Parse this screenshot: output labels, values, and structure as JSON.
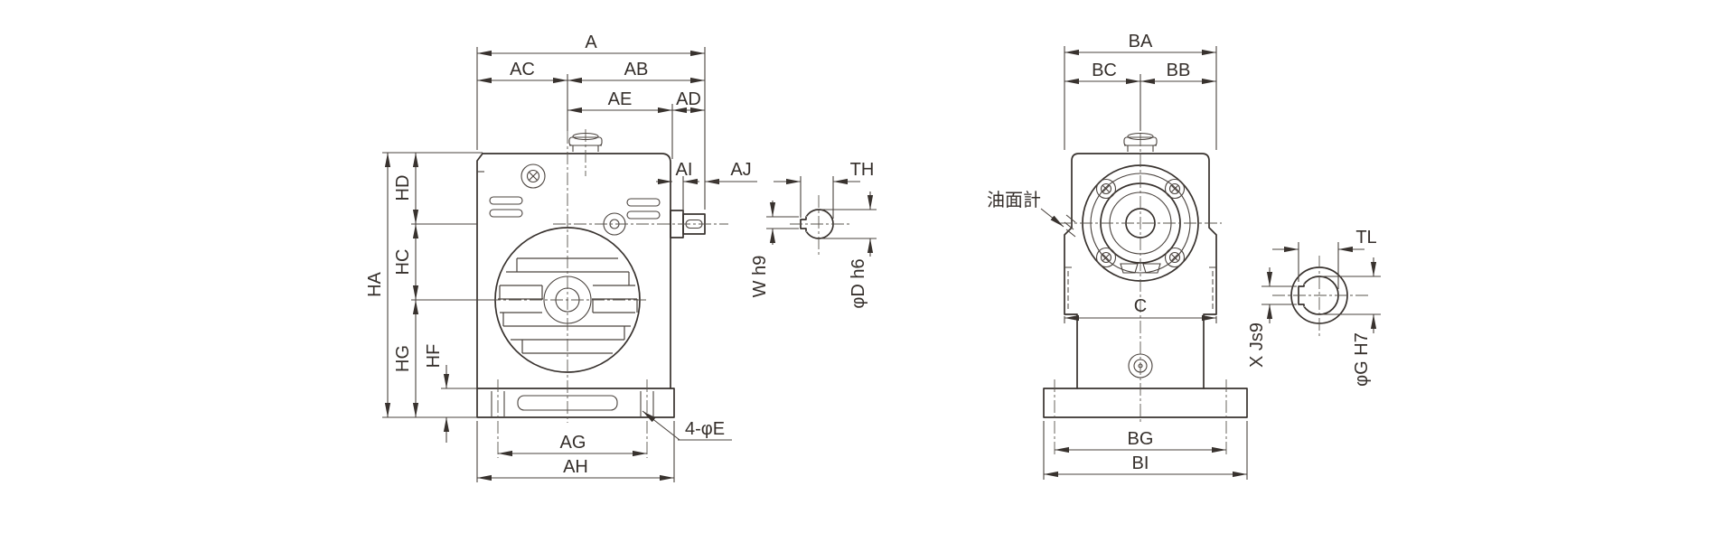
{
  "page": {
    "background": "#ffffff",
    "line_color": "#38322e"
  },
  "front_view": {
    "dims": {
      "A": "A",
      "AC": "AC",
      "AB": "AB",
      "AE": "AE",
      "AD": "AD",
      "AI": "AI",
      "AJ": "AJ",
      "HA": "HA",
      "HD": "HD",
      "HC": "HC",
      "HG": "HG",
      "HF": "HF",
      "AG": "AG",
      "AH": "AH"
    },
    "foot_holes_label": "4-φE"
  },
  "input_shaft_section": {
    "dims": {
      "TH": "TH",
      "key_width": "W h9",
      "shaft_dia": "φD h6"
    }
  },
  "side_view": {
    "dims": {
      "BA": "BA",
      "BC": "BC",
      "BB": "BB",
      "C": "C",
      "BG": "BG",
      "BI": "BI"
    },
    "oil_gauge_label": "油面計"
  },
  "output_bore_section": {
    "dims": {
      "TL": "TL",
      "key_width": "X Js9",
      "bore_dia": "φG H7"
    }
  }
}
